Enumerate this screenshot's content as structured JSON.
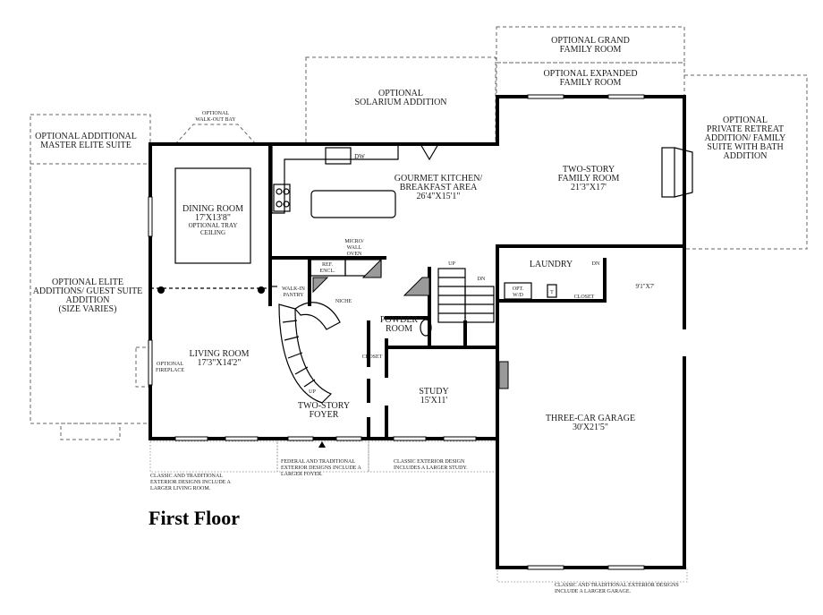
{
  "title": "First Floor",
  "rooms": {
    "master_suite": [
      "OPTIONAL ADDITIONAL",
      "MASTER ELITE SUITE"
    ],
    "elite_additions": [
      "OPTIONAL ELITE",
      "ADDITIONS/ GUEST SUITE",
      "ADDITION",
      "(SIZE VARIES)"
    ],
    "walkout_bay": [
      "OPTIONAL",
      "WALK-OUT BAY"
    ],
    "dining": {
      "name": "DINING ROOM",
      "size": "17'X13'8\"",
      "note": [
        "OPTIONAL TRAY",
        "CEILING"
      ]
    },
    "living": {
      "name": "LIVING ROOM",
      "size": "17'3\"X14'2\""
    },
    "fireplace_option": [
      "OPTIONAL",
      "FIREPLACE"
    ],
    "solarium": [
      "OPTIONAL",
      "SOLARIUM ADDITION"
    ],
    "kitchen": {
      "name": [
        "GOURMET KITCHEN/",
        "BREAKFAST AREA"
      ],
      "size": "26'4\"X15'1\""
    },
    "dw": "DW",
    "grand_family": [
      "OPTIONAL GRAND",
      "FAMILY ROOM"
    ],
    "expanded_family": [
      "OPTIONAL EXPANDED",
      "FAMILY ROOM"
    ],
    "family": {
      "name": [
        "TWO-STORY",
        "FAMILY ROOM"
      ],
      "size": "21'3\"X17'"
    },
    "private_retreat": [
      "OPTIONAL",
      "PRIVATE RETREAT",
      "ADDITION/ FAMILY",
      "SUITE WITH BATH",
      "ADDITION"
    ],
    "micro_oven": [
      "MICRO/",
      "WALL",
      "OVEN"
    ],
    "ref_encl": [
      "REF.",
      "ENCL."
    ],
    "walkin_pantry": [
      "WALK-IN",
      "PANTRY"
    ],
    "niche": "NICHE",
    "up_main": "UP",
    "dn_main": "DN",
    "powder": [
      "POWDER",
      "ROOM"
    ],
    "laundry": "LAUNDRY",
    "dn_laundry": "DN",
    "opt_wd": [
      "OPT.",
      "W/D"
    ],
    "t_label": "T",
    "closet_laundry": "CLOSET",
    "mudroom_size": "9'1\"X7'",
    "closet_foyer": "CLOSET",
    "study": {
      "name": "STUDY",
      "size": "15'X11'"
    },
    "foyer": {
      "name": [
        "TWO-STORY",
        "FOYER"
      ]
    },
    "up_stair": "UP",
    "garage": {
      "name": "THREE-CAR GARAGE",
      "size": "30'X21'5\""
    }
  },
  "notes": {
    "living": [
      "CLASSIC AND TRADITIONAL",
      "EXTERIOR DESIGNS INCLUDE A",
      "LARGER LIVING ROOM."
    ],
    "foyer": [
      "FEDERAL AND TRADITIONAL",
      "EXTERIOR DESIGNS INCLUDE A",
      "LARGER FOYER."
    ],
    "study": [
      "CLASSIC EXTERIOR DESIGN",
      "INCLUDES A LARGER STUDY."
    ],
    "garage": [
      "CLASSIC AND TRADITIONAL EXTERIOR DESIGNS",
      "INCLUDE A LARGER GARAGE."
    ]
  }
}
